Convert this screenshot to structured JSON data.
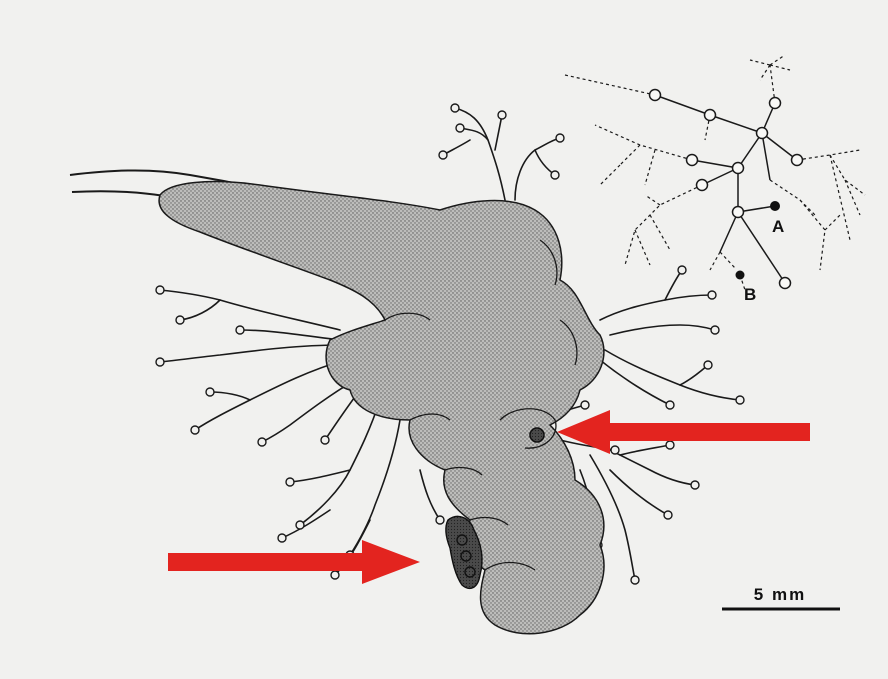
{
  "figure": {
    "inset_labels": {
      "point_a": "A",
      "point_b": "B"
    },
    "scale_bar_label": "5 mm",
    "colors": {
      "background": "#f1f1ef",
      "ink": "#1a1a1a",
      "stipple_fill": "#b4b4b2",
      "dark_lesion": "#3a3a3a",
      "arrow": "#e3241f"
    }
  }
}
